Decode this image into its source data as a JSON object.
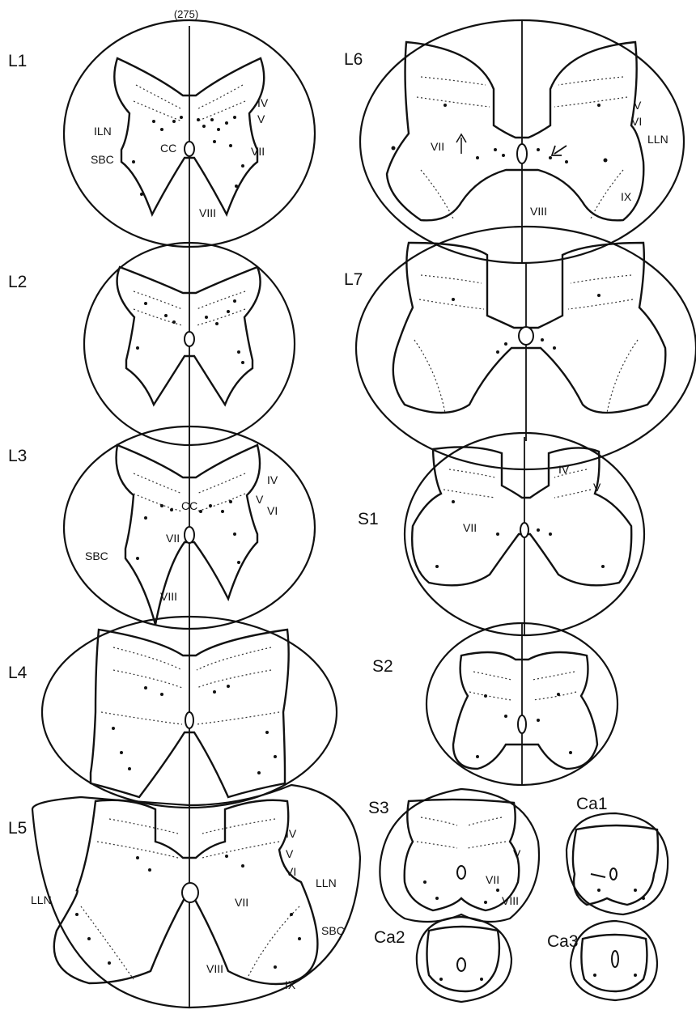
{
  "figure": {
    "page_label": "(275)",
    "segments": [
      {
        "id": "L1",
        "label": "L1"
      },
      {
        "id": "L2",
        "label": "L2"
      },
      {
        "id": "L3",
        "label": "L3"
      },
      {
        "id": "L4",
        "label": "L4"
      },
      {
        "id": "L5",
        "label": "L5"
      },
      {
        "id": "L6",
        "label": "L6"
      },
      {
        "id": "L7",
        "label": "L7"
      },
      {
        "id": "S1",
        "label": "S1"
      },
      {
        "id": "S2",
        "label": "S2"
      },
      {
        "id": "S3",
        "label": "S3"
      },
      {
        "id": "Ca1",
        "label": "Ca1"
      },
      {
        "id": "Ca2",
        "label": "Ca2"
      },
      {
        "id": "Ca3",
        "label": "Ca3"
      }
    ],
    "annotations": {
      "L1": [
        "IV",
        "V",
        "ILN",
        "CC",
        "VII",
        "SBC",
        "VIII"
      ],
      "L3": [
        "IV",
        "V",
        "VI",
        "CC",
        "VII",
        "SBC",
        "VIII"
      ],
      "L5": [
        "IV",
        "V",
        "VI",
        "LLN",
        "LLN",
        "VII",
        "SBC",
        "VIII",
        "IX"
      ],
      "L6": [
        "V",
        "VI",
        "LLN",
        "VII",
        "VIII",
        "IX"
      ],
      "S1": [
        "IV",
        "V",
        "VII"
      ],
      "S3": [
        "V",
        "VII",
        "VIII"
      ]
    }
  }
}
